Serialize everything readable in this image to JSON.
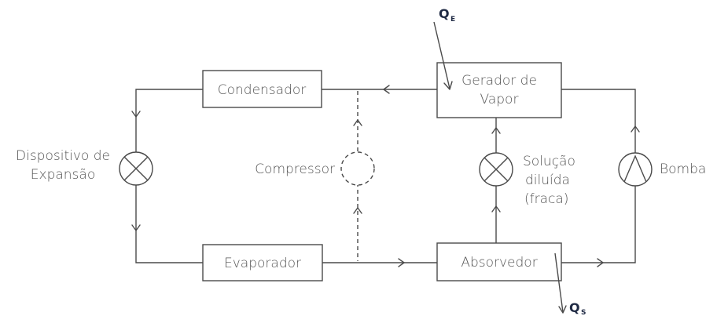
{
  "components": {
    "condensador": "Condensador",
    "gerador_line1": "Gerador de",
    "gerador_line2": "Vapor",
    "evaporador": "Evaporador",
    "absorvedor": "Absorvedor",
    "dispositivo_line1": "Dispositivo de",
    "dispositivo_line2": "Expansão",
    "compressor": "Compressor",
    "solucao_line1": "Solução",
    "solucao_line2": "diluída",
    "solucao_line3": "(fraca)",
    "bomba": "Bomba"
  },
  "heat": {
    "qe_symbol": "Q",
    "qe_sub": "E",
    "qs_symbol": "Q",
    "qs_sub": "S"
  },
  "colors": {
    "line": "#4a4a4a",
    "text": "#555555",
    "heat_text": "#1f2a44"
  }
}
